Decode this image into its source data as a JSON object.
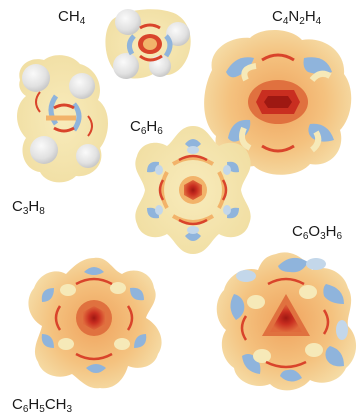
{
  "molecules": [
    {
      "id": "ch4",
      "formula": [
        [
          "C",
          ""
        ],
        [
          "H",
          "4"
        ]
      ]
    },
    {
      "id": "c4n2h4",
      "formula": [
        [
          "C",
          "4"
        ],
        [
          "N",
          "2"
        ],
        [
          "H",
          "4"
        ]
      ]
    },
    {
      "id": "c6h6",
      "formula": [
        [
          "C",
          "6"
        ],
        [
          "H",
          "6"
        ]
      ]
    },
    {
      "id": "c3h8",
      "formula": [
        [
          "C",
          "3"
        ],
        [
          "H",
          "8"
        ]
      ]
    },
    {
      "id": "c6o3h6",
      "formula": [
        [
          "C",
          "6"
        ],
        [
          "O",
          "3"
        ],
        [
          "H",
          "6"
        ]
      ]
    },
    {
      "id": "c6h5ch3",
      "formula": [
        [
          "C",
          "6"
        ],
        [
          "H",
          "5"
        ],
        [
          "C",
          ""
        ],
        [
          "H",
          "3"
        ]
      ]
    }
  ],
  "colors": {
    "surface_cream": "#f6e9b8",
    "surface_orange": "#f2b36a",
    "surface_blue": "#8fb4dc",
    "surface_blue_light": "#c3d7ea",
    "surface_red": "#d9442b",
    "surface_dark_red": "#b01e16",
    "surface_gray": "#e2e2e2",
    "label": "#1a1a1a"
  }
}
